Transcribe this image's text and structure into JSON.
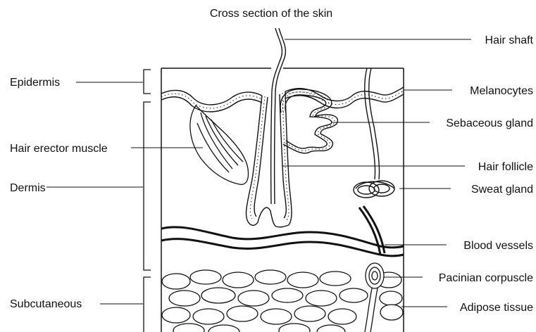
{
  "title": "Cross section of the skin",
  "left_labels": {
    "epidermis": "Epidermis",
    "hair_erector_muscle": "Hair erector muscle",
    "dermis": "Dermis",
    "subcutaneous": "Subcutaneous"
  },
  "right_labels": {
    "hair_shaft": "Hair shaft",
    "melanocytes": "Melanocytes",
    "sebaceous_gland": "Sebaceous gland",
    "hair_follicle": "Hair follicle",
    "sweat_gland": "Sweat gland",
    "blood_vessels": "Blood vessels",
    "pacinian_corpuscle": "Pacinian corpuscle",
    "adipose_tissue": "Adipose tissue"
  },
  "colors": {
    "line": "#111111",
    "background": "#ffffff"
  }
}
